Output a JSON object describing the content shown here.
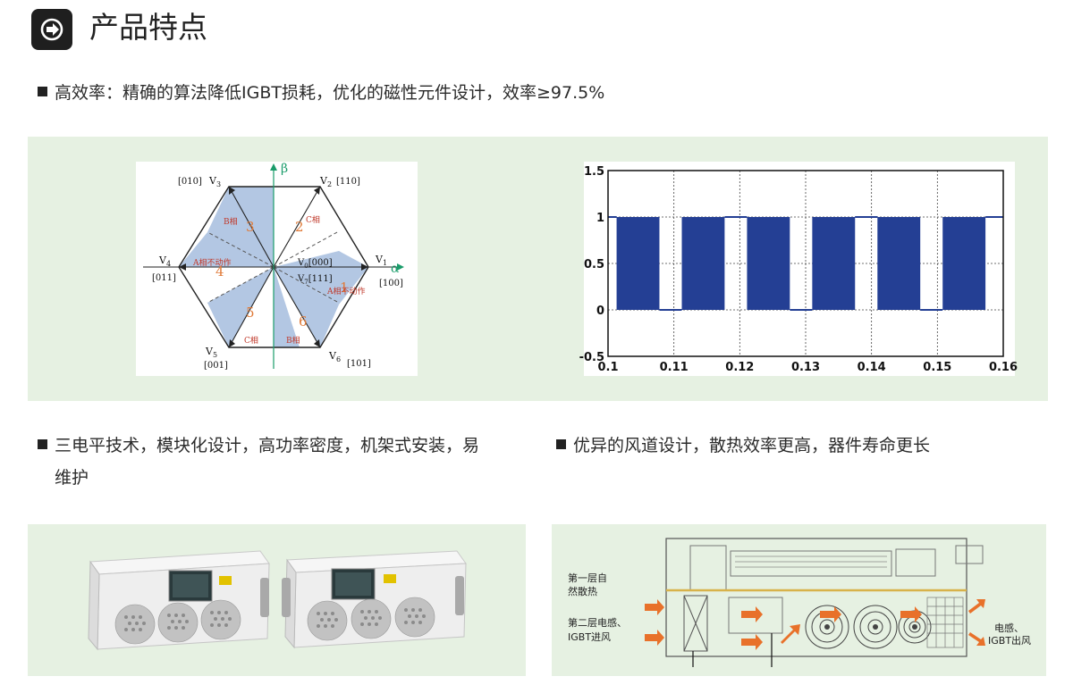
{
  "header": {
    "icon": "arrow-right-circle-icon",
    "title": "产品特点"
  },
  "features": [
    {
      "text": "高效率：精确的算法降低IGBT损耗，优化的磁性元件设计，效率≥97.5%"
    },
    {
      "text_line1": "三电平技术，模块化设计，高功率密度，机架式安装，易",
      "text_line2": "维护"
    },
    {
      "text": "优异的风道设计，散热效率更高，器件寿命更长"
    }
  ],
  "svpwm_diagram": {
    "alpha_label": "α",
    "beta_label": "β",
    "vectors": [
      {
        "name": "V",
        "sub": "1",
        "code": "[100]"
      },
      {
        "name": "V",
        "sub": "2",
        "code": "[110]"
      },
      {
        "name": "V",
        "sub": "3",
        "code": "[010]"
      },
      {
        "name": "V",
        "sub": "4",
        "code": "[011]"
      },
      {
        "name": "V",
        "sub": "5",
        "code": "[001]"
      },
      {
        "name": "V",
        "sub": "6",
        "code": "[101]"
      }
    ],
    "zero_vectors": [
      {
        "name": "V",
        "sub": "0",
        "code": "[000]"
      },
      {
        "name": "V",
        "sub": "7",
        "code": "[111]"
      }
    ],
    "sectors": [
      "1",
      "2",
      "3",
      "4",
      "5",
      "6"
    ],
    "phase_labels": {
      "s1": "A相不动作",
      "s2": "C相",
      "s3": "B相",
      "s4": "A相不动作",
      "s5": "C相",
      "s6": "B相"
    },
    "colors": {
      "shade": "#b3c7e3",
      "axis": "#1a9c6a",
      "label_red": "#c0392b",
      "sector_num": "#e07b39"
    }
  },
  "chart_data": {
    "type": "line",
    "title": "",
    "xlabel": "",
    "ylabel": "",
    "xlim": [
      0.1,
      0.16
    ],
    "ylim": [
      -0.5,
      1.5
    ],
    "x_ticks": [
      "0.1",
      "0.11",
      "0.12",
      "0.13",
      "0.14",
      "0.15",
      "0.16"
    ],
    "y_ticks": [
      "-0.5",
      "0",
      "0.5",
      "1",
      "1.5"
    ],
    "series": [
      {
        "color": "#243f94",
        "description_pulses": [
          {
            "x_start": 0.1013,
            "x_end": 0.1078,
            "low": 0,
            "high": 1
          },
          {
            "x_start": 0.1112,
            "x_end": 0.1177,
            "low": 0,
            "high": 1
          },
          {
            "x_start": 0.1211,
            "x_end": 0.1276,
            "low": 0,
            "high": 1
          },
          {
            "x_start": 0.131,
            "x_end": 0.1375,
            "low": 0,
            "high": 1
          },
          {
            "x_start": 0.1409,
            "x_end": 0.1474,
            "low": 0,
            "high": 1
          },
          {
            "x_start": 0.1508,
            "x_end": 0.1573,
            "low": 0,
            "high": 1
          }
        ],
        "baseline_segments": [
          {
            "x_start": 0.1,
            "x_end": 0.1013,
            "y": 1
          },
          {
            "x_start": 0.1078,
            "x_end": 0.1112,
            "y": 0
          },
          {
            "x_start": 0.1177,
            "x_end": 0.1211,
            "y": 1
          },
          {
            "x_start": 0.1276,
            "x_end": 0.131,
            "y": 0
          },
          {
            "x_start": 0.1375,
            "x_end": 0.1409,
            "y": 1
          },
          {
            "x_start": 0.1474,
            "x_end": 0.1508,
            "y": 0
          },
          {
            "x_start": 0.1573,
            "x_end": 0.16,
            "y": 1
          }
        ]
      }
    ],
    "grid": true
  },
  "airflow_diagram": {
    "label_layer1": [
      "第一层自",
      "然散热"
    ],
    "label_layer2": [
      "第二层电感、",
      "IGBT进风"
    ],
    "label_out": [
      "电感、",
      "IGBT出风"
    ],
    "arrow_color": "#e8712a"
  },
  "product_photo": {
    "screen_color": "#2a3a3c",
    "body_color": "#ececec"
  }
}
